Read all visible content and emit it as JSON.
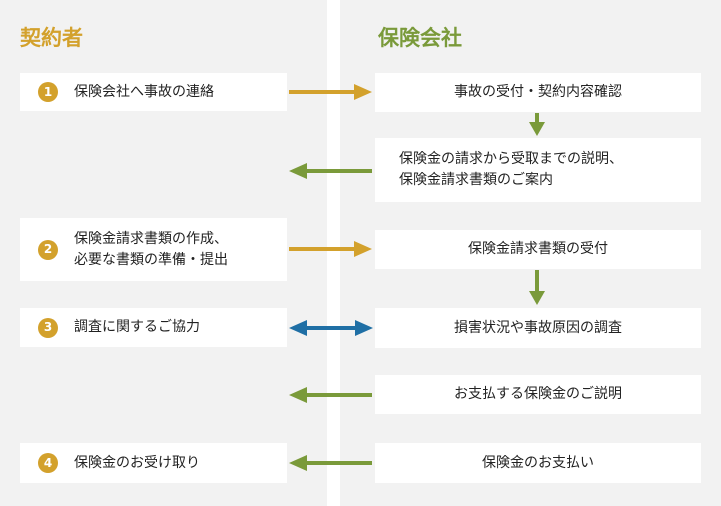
{
  "colors": {
    "gold": "#d3a12c",
    "green": "#7a9a3a",
    "blue": "#1f6fa5"
  },
  "header": {
    "policyholder": "契約者",
    "insurer": "保険会社"
  },
  "left_steps": [
    {
      "num": "1",
      "text": "保険会社へ事故の連絡"
    },
    {
      "num": "2",
      "text": "保険金請求書類の作成、\n必要な書類の準備・提出"
    },
    {
      "num": "3",
      "text": "調査に関するご協力"
    },
    {
      "num": "4",
      "text": "保険金のお受け取り"
    }
  ],
  "right_steps": [
    {
      "text": "事故の受付・契約内容確認"
    },
    {
      "text": "保険金の請求から受取までの説明、\n保険金請求書類のご案内"
    },
    {
      "text": "保険金請求書類の受付"
    },
    {
      "text": "損害状況や事故原因の調査"
    },
    {
      "text": "お支払する保険金のご説明"
    },
    {
      "text": "保険金のお支払い"
    }
  ]
}
